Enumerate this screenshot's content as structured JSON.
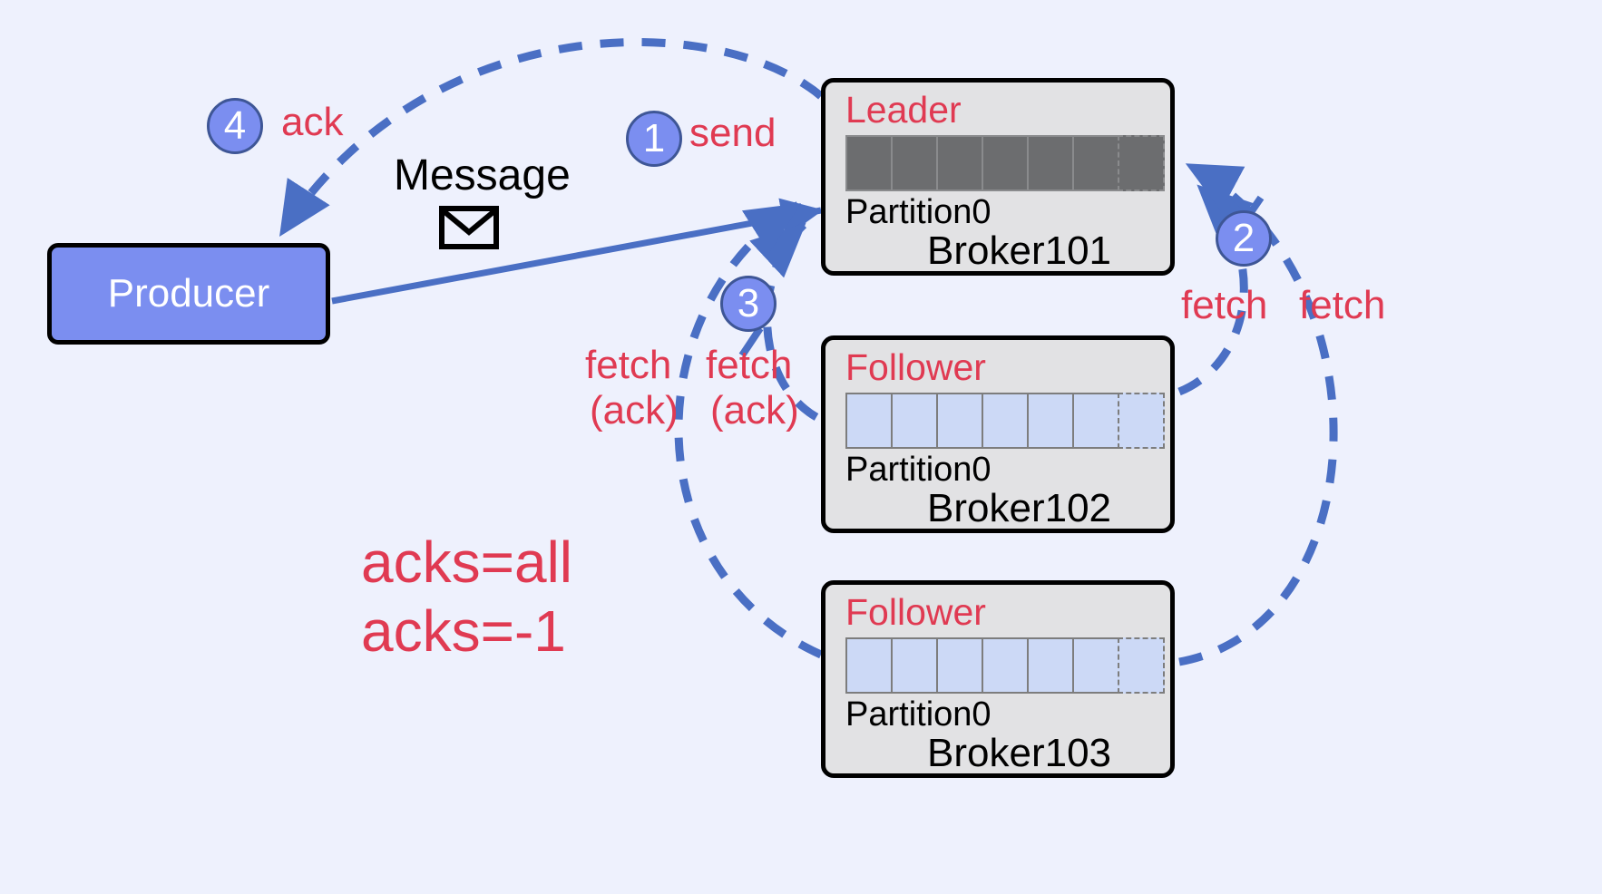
{
  "diagram": {
    "title": "Kafka producer acks=all replication flow",
    "background_color": "#eef1fd",
    "accent_blue": "#4a6fc4",
    "badge_fill": "#7b8ef0",
    "label_red": "#e03a52",
    "producer_fill": "#7b8ef0",
    "broker_fill": "#e2e2e4",
    "leader_cell_fill": "#6c6d6f",
    "follower_cell_fill": "#ccd9f6"
  },
  "producer": {
    "label": "Producer"
  },
  "message": {
    "label": "Message",
    "icon": "envelope-icon"
  },
  "acks": {
    "line1": "acks=all",
    "line2": "acks=-1"
  },
  "badges": [
    {
      "id": "1",
      "number": "1",
      "label": "send"
    },
    {
      "id": "2",
      "number": "2",
      "label": "fetch"
    },
    {
      "id": "3",
      "number": "3",
      "label": "fetch"
    },
    {
      "id": "4",
      "number": "4",
      "label": "ack"
    }
  ],
  "labels": {
    "ack": "ack",
    "send": "send",
    "fetch": "fetch",
    "ack_paren": "(ack)",
    "fetch_left_1": "fetch",
    "fetch_left_2": "fetch",
    "ack_left_1": "(ack)",
    "ack_left_2": "(ack)",
    "fetch_right_1": "fetch",
    "fetch_right_2": "fetch"
  },
  "brokers": [
    {
      "role": "Leader",
      "partition": "Partition0",
      "name": "Broker101",
      "cells": 7,
      "dashed_cells": 1,
      "cell_style": "dark"
    },
    {
      "role": "Follower",
      "partition": "Partition0",
      "name": "Broker102",
      "cells": 6,
      "dashed_cells": 1,
      "cell_style": "light"
    },
    {
      "role": "Follower",
      "partition": "Partition0",
      "name": "Broker103",
      "cells": 6,
      "dashed_cells": 1,
      "cell_style": "light"
    }
  ]
}
